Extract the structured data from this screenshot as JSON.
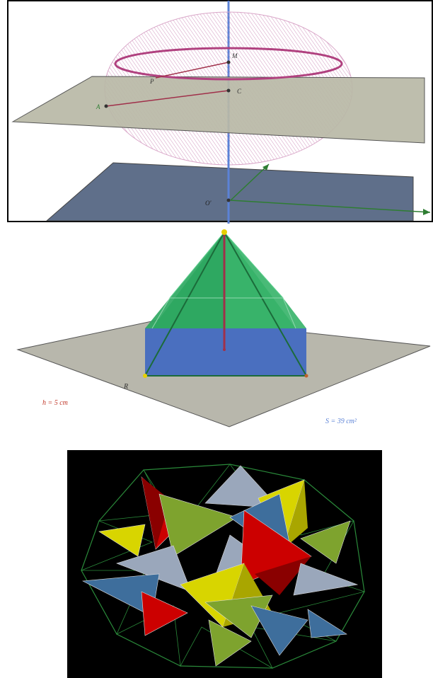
{
  "panels": {
    "sphere": {
      "points": {
        "M": "M",
        "P": "P",
        "C": "C",
        "A": "A",
        "O": "O'"
      },
      "colors": {
        "sphere": "#b0417f",
        "plane_upper": "#b9b8a6",
        "plane_lower": "#5f6f8a",
        "axis": "#5b82d6",
        "vectors": "#2e7d32",
        "radius": "#a0304a"
      }
    },
    "pyramid": {
      "labels": {
        "plane": "R",
        "height": "h = 5 cm",
        "area": "S = 39 cm²"
      },
      "colors": {
        "top_faces": "#2aa65e",
        "bottom_faces": "#4a6fbf",
        "plane": "#b8b7ac",
        "height": "#a0304a"
      }
    },
    "polyhedra": {
      "colors": {
        "background": "#000000",
        "red": "#cc0000",
        "yellow": "#d8d500",
        "green": "#7ea32e",
        "blue": "#3e6e9c",
        "gray": "#9aa7bb",
        "hull": "#2a8a3a"
      }
    }
  }
}
